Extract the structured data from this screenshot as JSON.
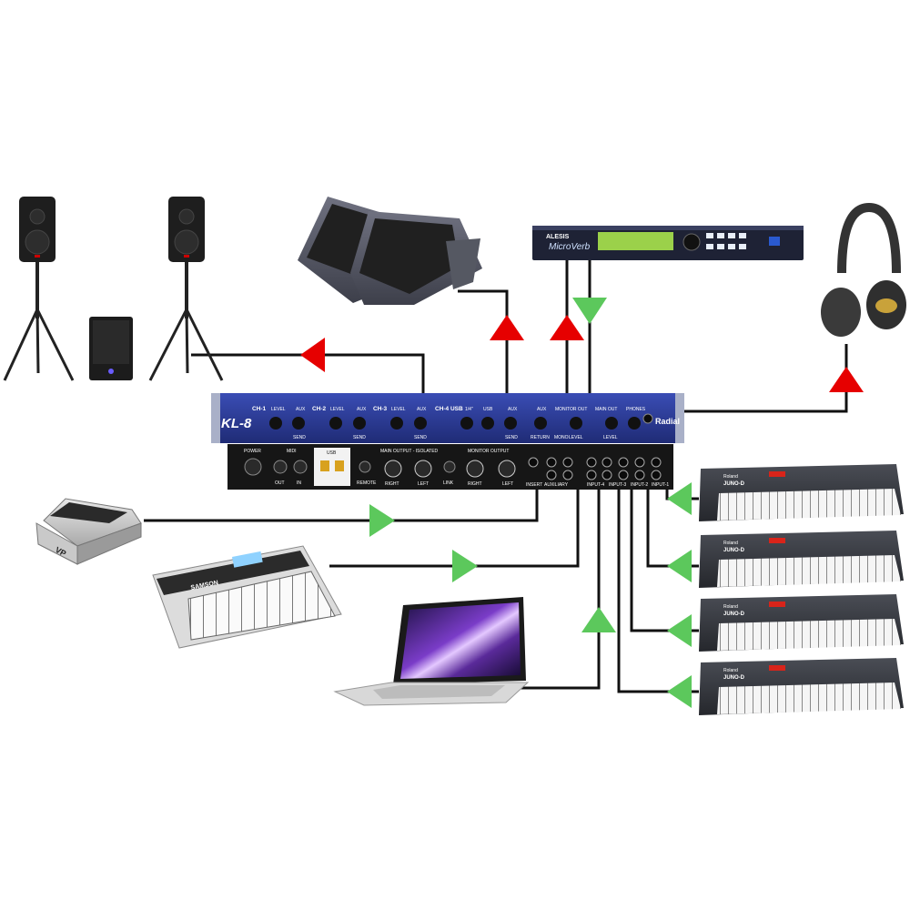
{
  "mixer": {
    "model": "KL-8",
    "brand": "Radial",
    "front": {
      "channels": [
        "CH-1",
        "CH-2",
        "CH-3",
        "CH-4 USB"
      ],
      "knob_level": "LEVEL",
      "knob_aux": "AUX",
      "send": "SEND",
      "quarter_inch": "1/4\"",
      "usb": "USB",
      "aux_return": "AUX",
      "return": "RETURN",
      "monitor_out": "MONITOR OUT",
      "mono": "MONO",
      "main_out": "MAIN OUT",
      "phones": "PHONES"
    },
    "rear": {
      "power": "POWER",
      "midi": "MIDI",
      "midi_out": "OUT",
      "midi_in": "IN",
      "usb": "USB",
      "remote": "REMOTE",
      "main_output": "MAIN OUTPUT - ISOLATED",
      "right": "RIGHT",
      "left": "LEFT",
      "link": "LINK",
      "monitor_output": "MONITOR OUTPUT",
      "insert": "INSERT",
      "auxiliary": "AUXILIARY",
      "inputs": [
        "INPUT-4",
        "INPUT-3",
        "INPUT-2",
        "INPUT-1"
      ]
    }
  },
  "effects_unit": {
    "brand": "ALESIS",
    "model": "MicroVerb"
  },
  "keyboards": {
    "brand": "Roland",
    "model": "JUNO-D"
  },
  "controller": {
    "brand": "SAMSON"
  },
  "pedal": {
    "model": "VP"
  },
  "colors": {
    "red_arrow": "#e60000",
    "green_arrow": "#5cc85c",
    "wire": "#111111",
    "mixer_blue": "#2b3a8f"
  }
}
